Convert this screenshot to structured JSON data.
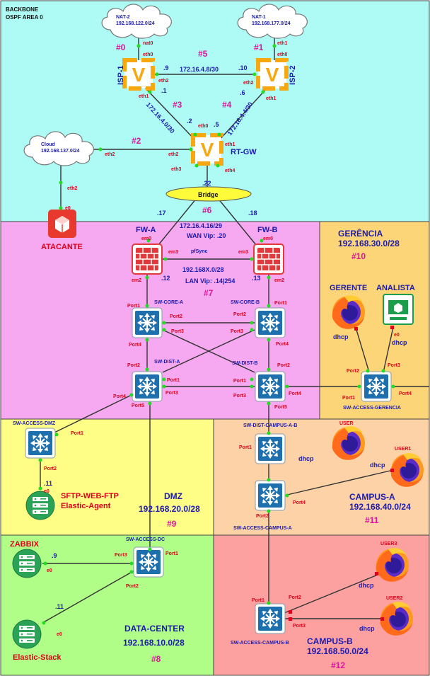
{
  "zones": {
    "backbone": {
      "title_line1": "BACKBONE",
      "title_line2": "OSPF AREA 0",
      "color": "#aefaf4"
    },
    "dmz_fw": {
      "color": "#f6a8f1"
    },
    "gerencia": {
      "title": "GERÊNCIA",
      "subnet": "192.168.30.0/28",
      "num": "#10",
      "color": "#fdd579"
    },
    "dmz": {
      "title": "DMZ",
      "subnet": "192.168.20.0/28",
      "num": "#9",
      "color": "#fefd86"
    },
    "campus_a": {
      "title": "CAMPUS-A",
      "subnet": "192.168.40.0/24",
      "num": "#11",
      "color": "#fcd2a6"
    },
    "datacenter": {
      "title": "DATA-CENTER",
      "subnet": "192.168.10.0/28",
      "num": "#8",
      "color": "#b0fd88"
    },
    "campus_b": {
      "title": "CAMPUS-B",
      "subnet": "192.168.50.0/24",
      "num": "#12",
      "color": "#fca0a0"
    }
  },
  "clouds": {
    "nat2": {
      "name": "NAT-2",
      "subnet": "192.168.122.0/24"
    },
    "nat1": {
      "name": "NAT-1",
      "subnet": "192.168.177.0/24"
    },
    "cloud": {
      "name": "Cloud",
      "subnet": "192.168.137.0/24"
    }
  },
  "routers": {
    "isp1": {
      "name": "ISP-1"
    },
    "isp2": {
      "name": "ISP-2"
    },
    "rtgw": {
      "name": "RT-GW"
    }
  },
  "links": {
    "n0": "#0",
    "n1": "#1",
    "n2": "#2",
    "n3": "#3",
    "n4": "#4",
    "n5": "#5",
    "n6": "#6",
    "n7": "#7",
    "isp_net": "172.16.4.8/30",
    "isp1_gw_net": "172.16.4.0/30",
    "isp2_gw_net": "172.16.4.4/30",
    "fw_wan_net": "172.16.4.16/29",
    "wan_vip": "WAN Vip: .20",
    "lan_net": "192.168X.0/28",
    "lan_vip": "LAN Vip: .14|254",
    "pfsync": "pfSync"
  },
  "ports": {
    "nat0": "nat0",
    "eth0": "eth0",
    "eth1": "eth1",
    "eth2": "eth2",
    "eth3": "eth3",
    "eth4": "eth4",
    "em0": "em0",
    "em2": "em2",
    "em3": "em3",
    "e0": "e0",
    "port1": "Port1",
    "port2": "Port2",
    "port3": "Port3",
    "port4": "Port4",
    "port5": "Port5"
  },
  "ips": {
    "d9": ".9",
    "d10": ".10",
    "d1": ".1",
    "d2": ".2",
    "d5": ".5",
    "d6": ".6",
    "d22": ".22",
    "d17": ".17",
    "d18": ".18",
    "d12": ".12",
    "d13": ".13",
    "d11": ".11"
  },
  "devices": {
    "bridge": "Bridge",
    "fwa": "FW-A",
    "fwb": "FW-B",
    "atacante": "ATACANTE",
    "sw_core_a": "SW-CORE-A",
    "sw_core_b": "SW-CORE-B",
    "sw_dist_a": "SW-DIST-A",
    "sw_dist_b": "SW-DIST-B",
    "sw_access_dmz": "SW-ACCESS-DMZ",
    "sw_access_gerencia": "SW-ACCESS-GERENCIA",
    "sw_dist_campus": "SW-DIST-CAMPUS-A-B",
    "sw_access_campus_a": "SW-ACCESS-CAMPUS-A",
    "sw_access_campus_b": "SW-ACCESS-CAMPUS-B",
    "sw_access_dc": "SW-ACCESS-DC",
    "sftp_label1": "SFTP-WEB-FTP",
    "sftp_label2": "Elastic-Agent",
    "zabbix": "ZABBIX",
    "elastic_stack": "Elastic-Stack",
    "gerente": "GERENTE",
    "analista": "ANALISTA",
    "user": "USER",
    "user1": "USER1",
    "user2": "USER2",
    "user3": "USER3",
    "dhcp": "dhcp"
  },
  "colors": {
    "link_line": "#333333",
    "port_dot": "#22dd22",
    "switch_blue": "#1e6fae",
    "router_orange": "#f7a70f",
    "firewall_red": "#e23a3a",
    "label_red": "#e0001a",
    "label_blue": "#1b1bb0",
    "num_magenta": "#e0149c"
  }
}
